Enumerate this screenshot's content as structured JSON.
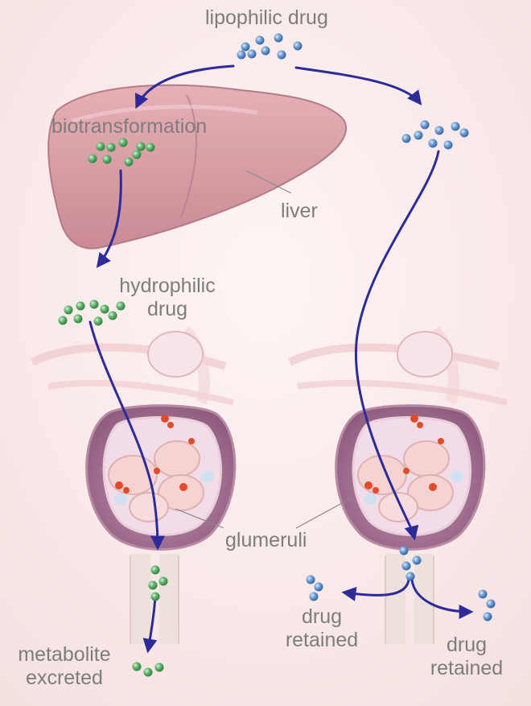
{
  "labels": {
    "lipophilic_drug": "lipophilic drug",
    "biotransformation": "biotransformation",
    "liver": "liver",
    "hydrophilic_line1": "hydrophilic",
    "hydrophilic_line2": "drug",
    "glumeruli": "glumeruli",
    "drug_retained_line1": "drug",
    "drug_retained_line2": "retained",
    "metabolite_line1": "metabolite",
    "metabolite_line2": "excreted"
  },
  "colors": {
    "label_text": "#7d7d7d",
    "arrow": "#2d2a9a",
    "lipophilic_molecule": "#4a7fc4",
    "hydrophilic_molecule": "#3e9a50",
    "background": "#fbeeee",
    "liver": "#d9a1a9"
  }
}
